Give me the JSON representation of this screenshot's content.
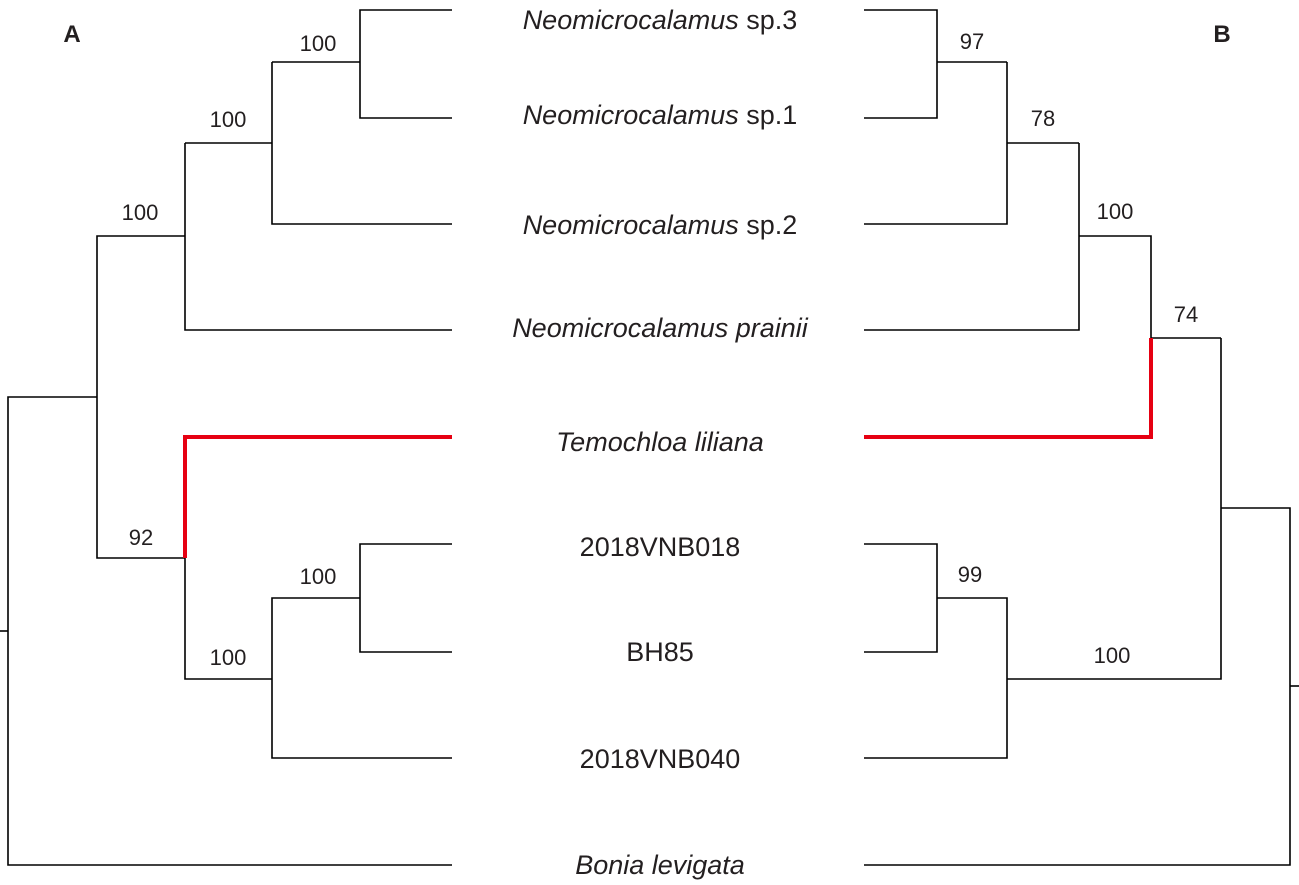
{
  "panels": [
    {
      "id": "A",
      "label": "A"
    },
    {
      "id": "B",
      "label": "B"
    }
  ],
  "colors": {
    "branch": "#000000",
    "highlight": "#e60012",
    "text": "#231f20"
  },
  "taxa": [
    {
      "id": "n_sp3",
      "parts": [
        {
          "text": "Neomicrocalamus",
          "italic": true
        },
        {
          "text": " sp.3",
          "italic": false
        }
      ]
    },
    {
      "id": "n_sp1",
      "parts": [
        {
          "text": "Neomicrocalamus",
          "italic": true
        },
        {
          "text": " sp.1",
          "italic": false
        }
      ]
    },
    {
      "id": "n_sp2",
      "parts": [
        {
          "text": "Neomicrocalamus",
          "italic": true
        },
        {
          "text": " sp.2",
          "italic": false
        }
      ]
    },
    {
      "id": "n_prainii",
      "parts": [
        {
          "text": "Neomicrocalamus prainii",
          "italic": true
        }
      ]
    },
    {
      "id": "t_liliana",
      "parts": [
        {
          "text": "Temochloa liliana",
          "italic": true
        }
      ]
    },
    {
      "id": "vnb018",
      "parts": [
        {
          "text": "2018VNB018",
          "italic": false
        }
      ]
    },
    {
      "id": "bh85",
      "parts": [
        {
          "text": "BH85",
          "italic": false
        }
      ]
    },
    {
      "id": "vnb040",
      "parts": [
        {
          "text": "2018VNB040",
          "italic": false
        }
      ]
    },
    {
      "id": "b_levigata",
      "parts": [
        {
          "text": "Bonia levigata",
          "italic": true
        }
      ]
    }
  ],
  "tree_a": {
    "support": {
      "n_sp3_sp1": "100",
      "n_sp3_sp2": "100",
      "neomicrocalamus": "100",
      "vnb018_bh85": "100",
      "vnb_clade": "100",
      "temochloa_vnb": "92"
    },
    "highlight_taxon": "t_liliana"
  },
  "tree_b": {
    "support": {
      "n_sp3_sp1": "97",
      "n_sp3_sp2": "78",
      "neomicrocalamus": "100",
      "neo_temochloa": "74",
      "vnb018_bh85": "99",
      "vnb_clade": "100"
    },
    "highlight_taxon": "t_liliana"
  }
}
